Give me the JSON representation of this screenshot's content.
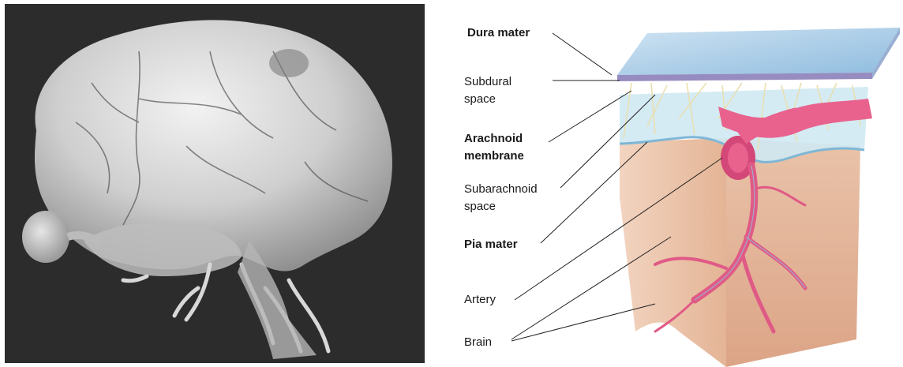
{
  "labels": {
    "dura_mater": "Dura mater",
    "subdural_1": "Subdural",
    "subdural_2": "space",
    "arachnoid_1": "Arachnoid",
    "arachnoid_2": "membrane",
    "subarachnoid_1": "Subarachnoid",
    "subarachnoid_2": "space",
    "pia_mater": "Pia mater",
    "artery": "Artery",
    "brain": "Brain"
  },
  "colors": {
    "photo_background": "#2c2c2c",
    "dura": "#a9cde6",
    "dura_edge": "#7d6fb0",
    "arachnoid_space": "#cfe9f3",
    "brain_tissue": "#e8b9a0",
    "artery": "#e8628d",
    "pia_line": "#7fb7d6",
    "leader_line": "#222222"
  }
}
